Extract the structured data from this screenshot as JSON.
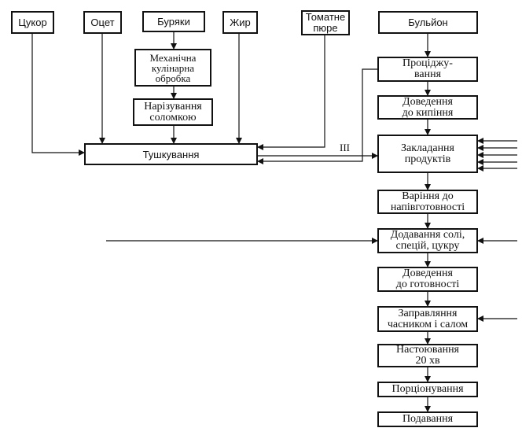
{
  "inputs": {
    "sugar": "Цукор",
    "vinegar": "Оцет",
    "beets": "Буряки",
    "fat": "Жир",
    "tomato_puree": "Томатне\nпюре",
    "broth": "Бульйон"
  },
  "beet_steps": {
    "mechanical_processing": "Механічна\nкулінарна\nобробка",
    "cutting": "Нарізування\nсоломкою"
  },
  "stewing": "Тушкування",
  "marker_label": "III",
  "main_steps": {
    "strain": "Проціджу-\nвання",
    "bring_to_boil": "Доведення\nдо кипіння",
    "add_products": "Закладання\nпродуктів",
    "cook_half": "Варіння до\nнапівготовності",
    "add_salt": "Додавання солі,\nспецій, цукру",
    "bring_ready": "Доведення\nдо готовності",
    "season": "Заправляння\nчасником і салом",
    "infuse": "Настоювання\n20 хв",
    "portion": "Порціонування",
    "serve": "Подавання"
  }
}
